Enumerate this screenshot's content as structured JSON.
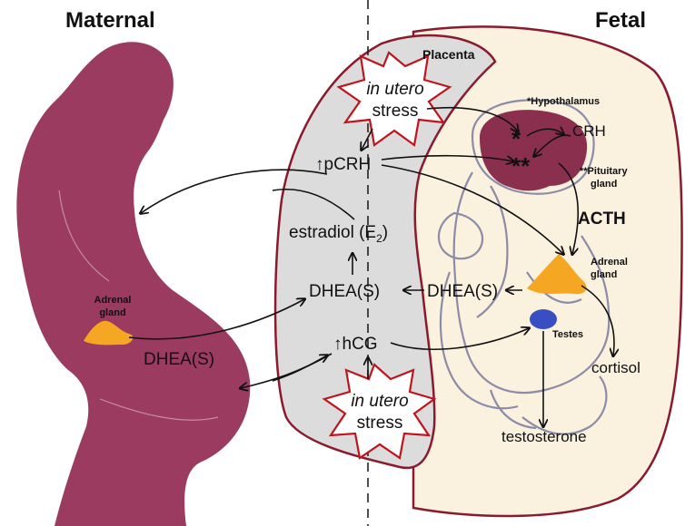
{
  "headings": {
    "maternal": "Maternal",
    "fetal": "Fetal",
    "placenta": "Placenta"
  },
  "stress_top": {
    "line1": "in utero",
    "line2": "stress"
  },
  "stress_bottom": {
    "line1": "in utero",
    "line2": "stress"
  },
  "placenta_labels": {
    "pcrh_arrow": "↑",
    "pcrh": "pCRH",
    "estradiol": "estradiol (E",
    "estradiol_sub": "2",
    "estradiol_close": ")",
    "dheas": "DHEA(S)",
    "hcg_arrow": "↑",
    "hcg": "hCG"
  },
  "maternal_labels": {
    "adrenal_line1": "Adrenal",
    "adrenal_line2": "gland",
    "dheas": "DHEA(S)"
  },
  "fetal_labels": {
    "hypothalamus": "*Hypothalamus",
    "crh": "CRH",
    "star_single": "*",
    "star_double": "**",
    "pituitary_line1": "**Pituitary",
    "pituitary_line2": "gland",
    "acth": "ACTH",
    "adrenal_line1": "Adrenal",
    "adrenal_line2": "gland",
    "dheas": "DHEA(S)",
    "testes": "Testes",
    "cortisol": "cortisol",
    "testosterone": "testosterone"
  },
  "colors": {
    "maternal_body": "#9b3b5f",
    "placenta_fill": "#dcdcdc",
    "placenta_border": "#8a1a2e",
    "fetal_fill": "#faf1de",
    "fetus_outline": "#8c8ca8",
    "brain": "#8b2f4e",
    "adrenal": "#f5a623",
    "testes": "#3a4ec4",
    "starburst_border": "#c0141c"
  }
}
